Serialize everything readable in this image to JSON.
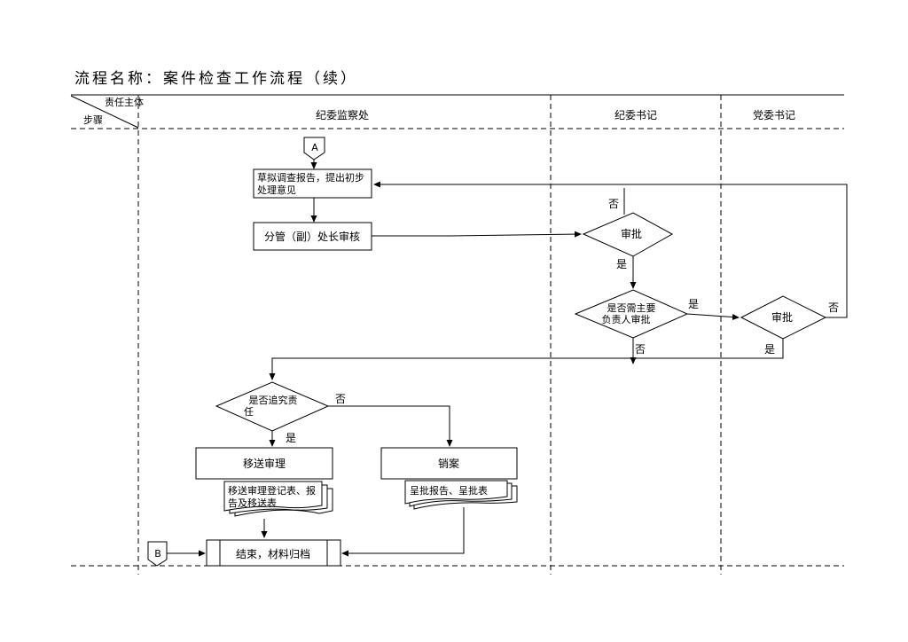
{
  "title": "流程名称：案件检查工作流程（续）",
  "header": {
    "corner_top": "责任主体",
    "corner_bottom": "步骤",
    "lanes": [
      "纪委监察处",
      "纪委书记",
      "党委书记"
    ]
  },
  "nodes": {
    "connector_a": "A",
    "connector_b": "B",
    "draft_line1": "草拟调查报告，提出初步",
    "draft_line2": "处理意见",
    "review": "分管（副）处长审核",
    "approve1": "审批",
    "need_line1": "是否需主要",
    "need_line2": "负责人审批",
    "approve2": "审批",
    "pursue_line1": "是否追究责",
    "pursue_line2": "任",
    "transfer": "移送审理",
    "transfer_doc_line1": "移送审理登记表、报",
    "transfer_doc_line2": "告及移送表",
    "close_case": "销案",
    "close_doc": "呈批报告、呈批表",
    "end": "结束，材料归档"
  },
  "edge_labels": {
    "approve1_no": "否",
    "approve1_yes": "是",
    "need_yes": "是",
    "need_no": "否",
    "approve2_no": "否",
    "approve2_yes": "是",
    "pursue_no": "否",
    "pursue_yes": "是"
  }
}
